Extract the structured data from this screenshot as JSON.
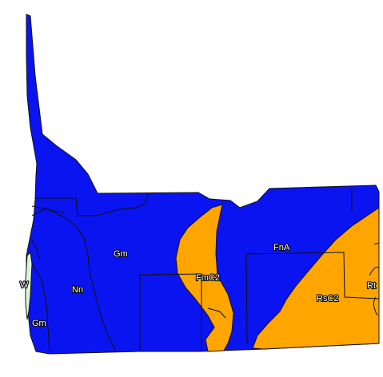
{
  "map": {
    "colors": {
      "background": "#ffffff",
      "primary_unit": "#0a14f0",
      "secondary_unit": "#ffa500",
      "minor_unit": "#d8f5d8",
      "boundary": "#111111"
    },
    "units": [
      {
        "symbol": "Gm",
        "fill_color": "#0a14f0"
      },
      {
        "symbol": "Nn",
        "fill_color": "#0a14f0"
      },
      {
        "symbol": "Gm",
        "fill_color": "#0a14f0"
      },
      {
        "symbol": "W",
        "fill_color": "#d8f5d8"
      },
      {
        "symbol": "FmC2",
        "fill_color": "#ffa500"
      },
      {
        "symbol": "FnA",
        "fill_color": "#0a14f0"
      },
      {
        "symbol": "RsC2",
        "fill_color": "#ffa500"
      },
      {
        "symbol": "Rt",
        "fill_color": "#0a14f0"
      }
    ]
  }
}
